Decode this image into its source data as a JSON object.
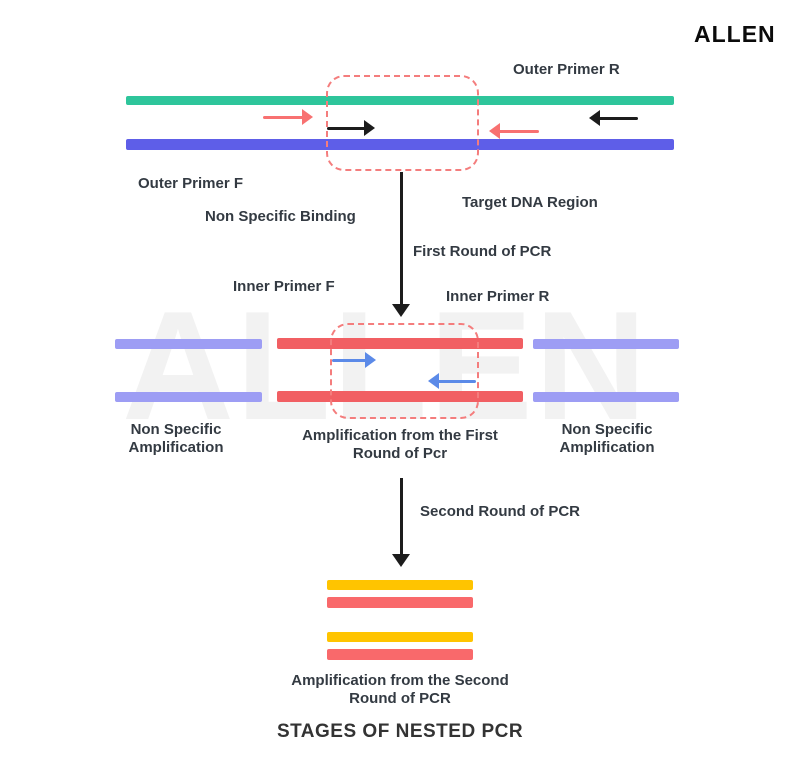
{
  "brand": {
    "logo_text": "ALLEN",
    "watermark_text": "ALLEN"
  },
  "title": "STAGES OF NESTED PCR",
  "colors": {
    "green": "#2ec59b",
    "indigo": "#5e5ee8",
    "lavender": "#9d9df4",
    "red_mid": "#f15f63",
    "salmon_arrow": "#f87171",
    "blue_arrow": "#5b8ae8",
    "yellow": "#ffc400",
    "red_bottom": "#f9696b",
    "dashed_border": "#f47d7d",
    "black": "#1c1c1c",
    "text": "#333a42",
    "watermark": "#f2f2f2"
  },
  "stage1": {
    "outer_primer_r": "Outer Primer R",
    "outer_primer_f": "Outer Primer F",
    "non_specific_binding": "Non Specific Binding",
    "target_dna_region": "Target DNA Region"
  },
  "step1": {
    "label": "First Round of PCR"
  },
  "stage2": {
    "inner_primer_f": "Inner Primer F",
    "inner_primer_r": "Inner Primer R",
    "left_label_line1": "Non Specific",
    "left_label_line2": "Amplification",
    "center_label_line1": "Amplification from the First",
    "center_label_line2": "Round of Pcr",
    "right_label_line1": "Non Specific",
    "right_label_line2": "Amplification"
  },
  "step2": {
    "label": "Second Round of PCR"
  },
  "stage3": {
    "result_label_line1": "Amplification from the Second",
    "result_label_line2": "Round of PCR"
  }
}
